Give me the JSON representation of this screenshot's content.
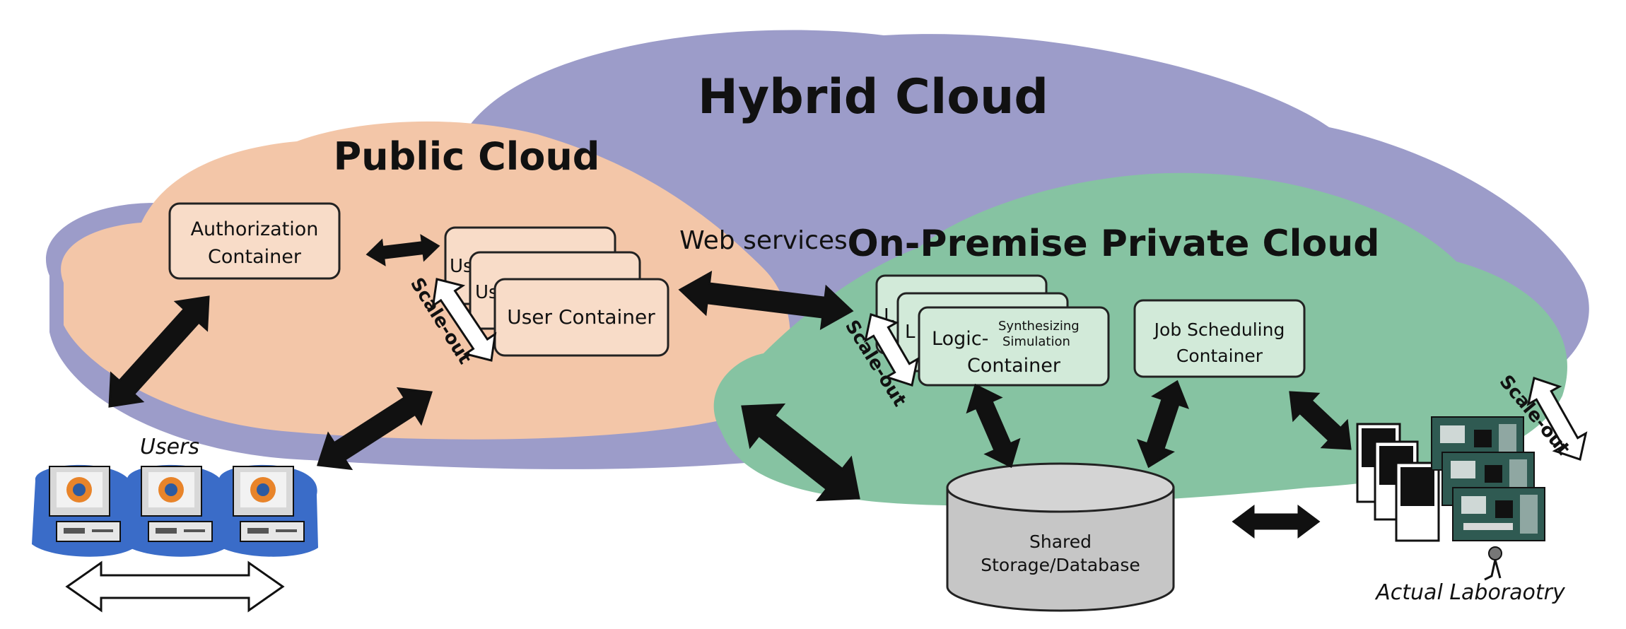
{
  "clouds": {
    "hybrid": {
      "label": "Hybrid Cloud",
      "color": "#9c9cc9"
    },
    "public": {
      "label": "Public Cloud",
      "color": "#f3c6a8"
    },
    "private": {
      "label": "On-Premise Private Cloud",
      "color": "#86c3a2"
    }
  },
  "labels": {
    "web_services": "Web services",
    "users": "Users",
    "actual_lab": "Actual Laboraotry",
    "scale_out": "Scale-out"
  },
  "boxes": {
    "authorization": {
      "line1": "Authorization",
      "line2": "Container"
    },
    "user_container": {
      "label": "User Container",
      "stub1": "Us",
      "stub2": "Us"
    },
    "logic_container": {
      "prefix": "Logic-",
      "sup1": "Synthesizing",
      "sup2": "Simulation",
      "line2": "Container",
      "stub": "L"
    },
    "job_scheduling": {
      "line1": "Job Scheduling",
      "line2": "Container"
    },
    "storage": {
      "line1": "Shared",
      "line2": "Storage/Database"
    }
  },
  "colors": {
    "public_box": "#f8dcc8",
    "private_box": "#d2ead9",
    "storage": "#c6c6c6",
    "computer": "#3a6cc8"
  }
}
